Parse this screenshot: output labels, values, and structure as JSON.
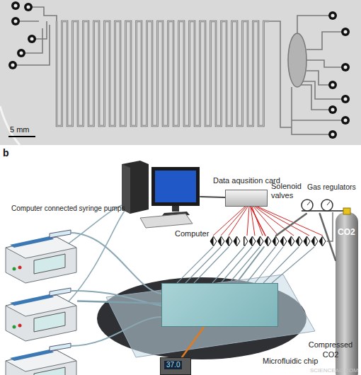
{
  "diagram": {
    "nodes": [
      {
        "text": [
          "Computer"
        ]
      },
      {
        "text": [
          "Data aqusition card"
        ]
      },
      {
        "text": [
          "Solenoid valves"
        ]
      },
      {
        "text": [
          "Gas regulators"
        ]
      },
      {
        "text": [
          "CO2",
          "Compressed CO2"
        ]
      },
      {
        "text": [
          "Computer connected syringe pumps"
        ]
      },
      {
        "text": [
          "Microfluidic chip"
        ]
      },
      {
        "text": [
          "37.0"
        ]
      }
    ],
    "edges": [
      {
        "from": 0,
        "to": 1,
        "arrow": "none"
      },
      {
        "from": 1,
        "to": 2,
        "arrow": "none"
      },
      {
        "from": 3,
        "to": 2,
        "arrow": "none"
      },
      {
        "from": 4,
        "to": 3,
        "arrow": "none"
      },
      {
        "from": 2,
        "to": 6,
        "arrow": "none"
      },
      {
        "from": 5,
        "to": 6,
        "arrow": "none"
      },
      {
        "from": 7,
        "to": 6,
        "arrow": "none"
      }
    ],
    "labels": [
      "5 mm",
      "b",
      "SCIENCEAG.COM"
    ]
  }
}
